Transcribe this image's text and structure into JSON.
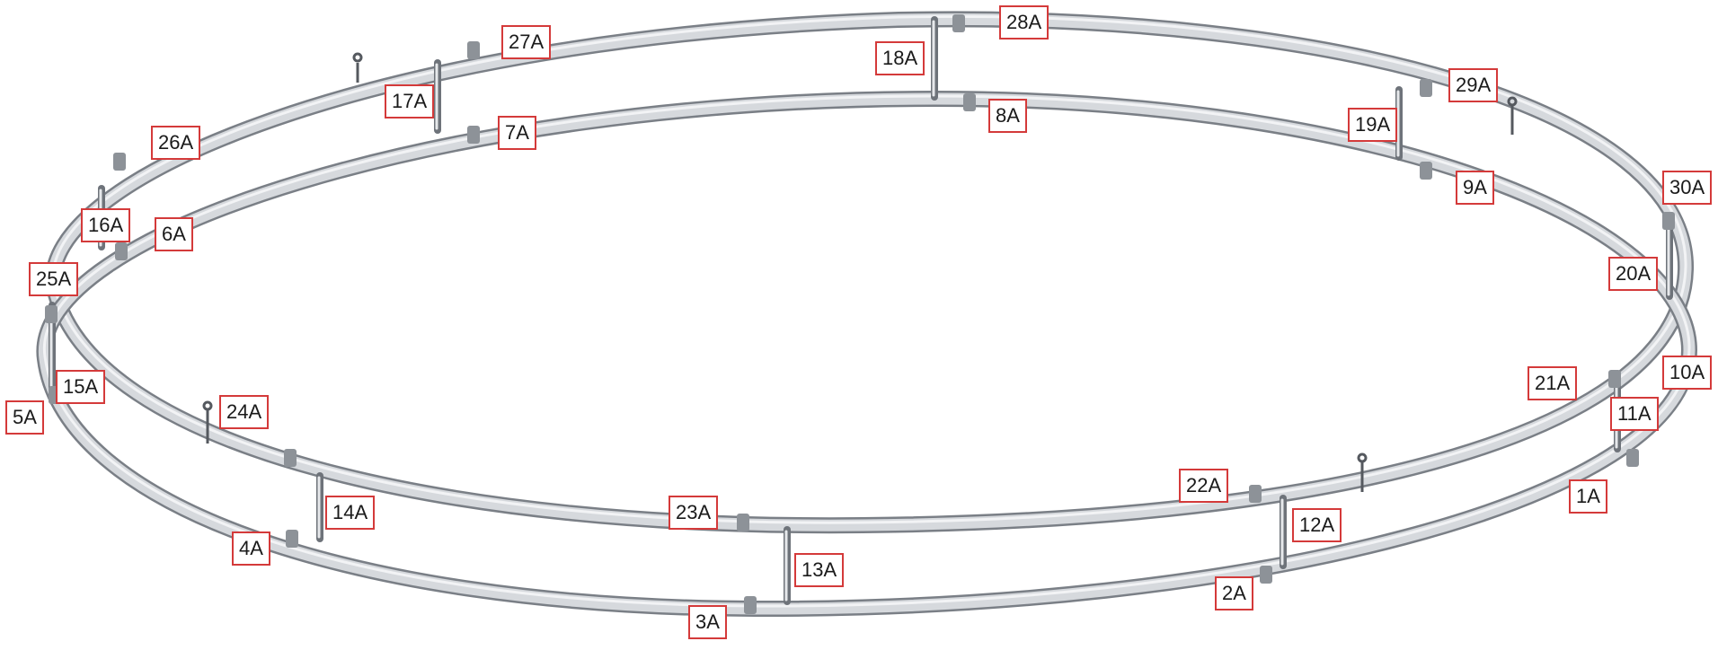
{
  "diagram": {
    "labels": {
      "l1A": "1A",
      "l2A": "2A",
      "l3A": "3A",
      "l4A": "4A",
      "l5A": "5A",
      "l6A": "6A",
      "l7A": "7A",
      "l8A": "8A",
      "l9A": "9A",
      "l10A": "10A",
      "l11A": "11A",
      "l12A": "12A",
      "l13A": "13A",
      "l14A": "14A",
      "l15A": "15A",
      "l16A": "16A",
      "l17A": "17A",
      "l18A": "18A",
      "l19A": "19A",
      "l20A": "20A",
      "l21A": "21A",
      "l22A": "22A",
      "l23A": "23A",
      "l24A": "24A",
      "l25A": "25A",
      "l26A": "26A",
      "l27A": "27A",
      "l28A": "28A",
      "l29A": "29A",
      "l30A": "30A"
    },
    "colors": {
      "tube_outline": "#7a7f86",
      "tube_fill": "#c9cdd2",
      "tube_highlight": "#eef0f2",
      "label_border": "#d43a3a",
      "label_text": "#1a1a1a"
    }
  }
}
